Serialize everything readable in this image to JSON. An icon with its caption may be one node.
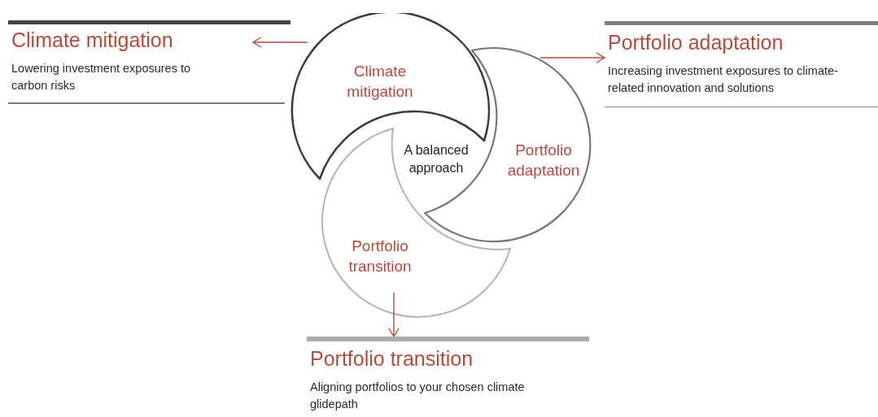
{
  "diagram": {
    "nodes": [
      {
        "text": [
          "Climate mitigation"
        ]
      },
      {
        "text": [
          "Portfolio adaptation"
        ]
      },
      {
        "text": [
          "Portfolio transition"
        ]
      },
      {
        "text": [
          "Climate mitigation",
          "Lowering investment exposures to carbon risks"
        ]
      },
      {
        "text": [
          "Portfolio adaptation",
          "Increasing investment exposures to climate-related innovation and solutions"
        ]
      },
      {
        "text": [
          "Portfolio transition",
          "Aligning portfolios to your chosen climate glidepath"
        ]
      }
    ],
    "edges": [
      {
        "from": 0,
        "to": 3,
        "arrow": "to"
      },
      {
        "from": 1,
        "to": 4,
        "arrow": "to"
      },
      {
        "from": 2,
        "to": 5,
        "arrow": "to"
      }
    ],
    "labels": [
      "A balanced approach"
    ]
  }
}
